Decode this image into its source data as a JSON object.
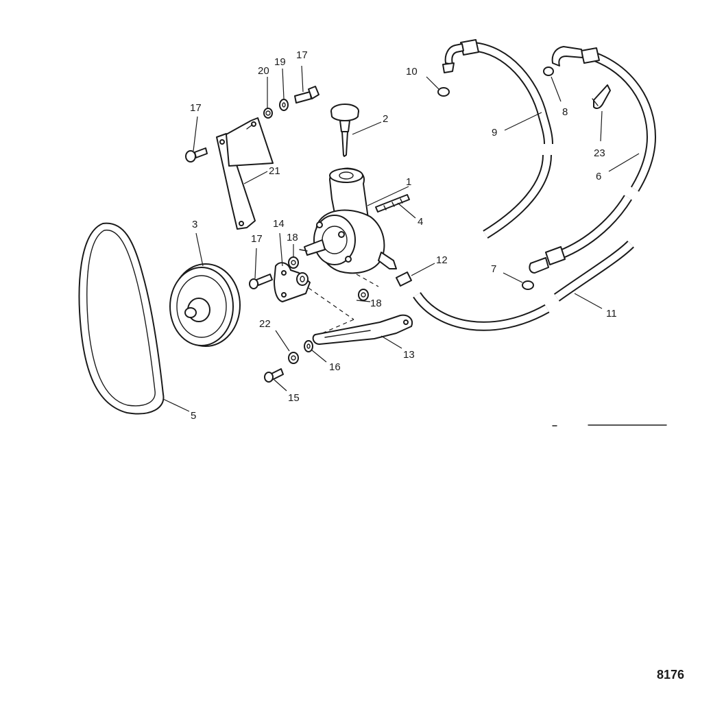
{
  "diagram_code": "8176",
  "callouts": [
    {
      "id": "c1",
      "text": "1"
    },
    {
      "id": "c2",
      "text": "2"
    },
    {
      "id": "c3",
      "text": "3"
    },
    {
      "id": "c4",
      "text": "4"
    },
    {
      "id": "c5",
      "text": "5"
    },
    {
      "id": "c6",
      "text": "6"
    },
    {
      "id": "c7",
      "text": "7"
    },
    {
      "id": "c8",
      "text": "8"
    },
    {
      "id": "c9",
      "text": "9"
    },
    {
      "id": "c10",
      "text": "10"
    },
    {
      "id": "c11",
      "text": "11"
    },
    {
      "id": "c12",
      "text": "12"
    },
    {
      "id": "c13",
      "text": "13"
    },
    {
      "id": "c14",
      "text": "14"
    },
    {
      "id": "c15",
      "text": "15"
    },
    {
      "id": "c16",
      "text": "16"
    },
    {
      "id": "c17a",
      "text": "17"
    },
    {
      "id": "c17b",
      "text": "17"
    },
    {
      "id": "c17c",
      "text": "17"
    },
    {
      "id": "c18a",
      "text": "18"
    },
    {
      "id": "c18b",
      "text": "18"
    },
    {
      "id": "c19",
      "text": "19"
    },
    {
      "id": "c20",
      "text": "20"
    },
    {
      "id": "c21",
      "text": "21"
    },
    {
      "id": "c22",
      "text": "22"
    },
    {
      "id": "c23",
      "text": "23"
    }
  ]
}
